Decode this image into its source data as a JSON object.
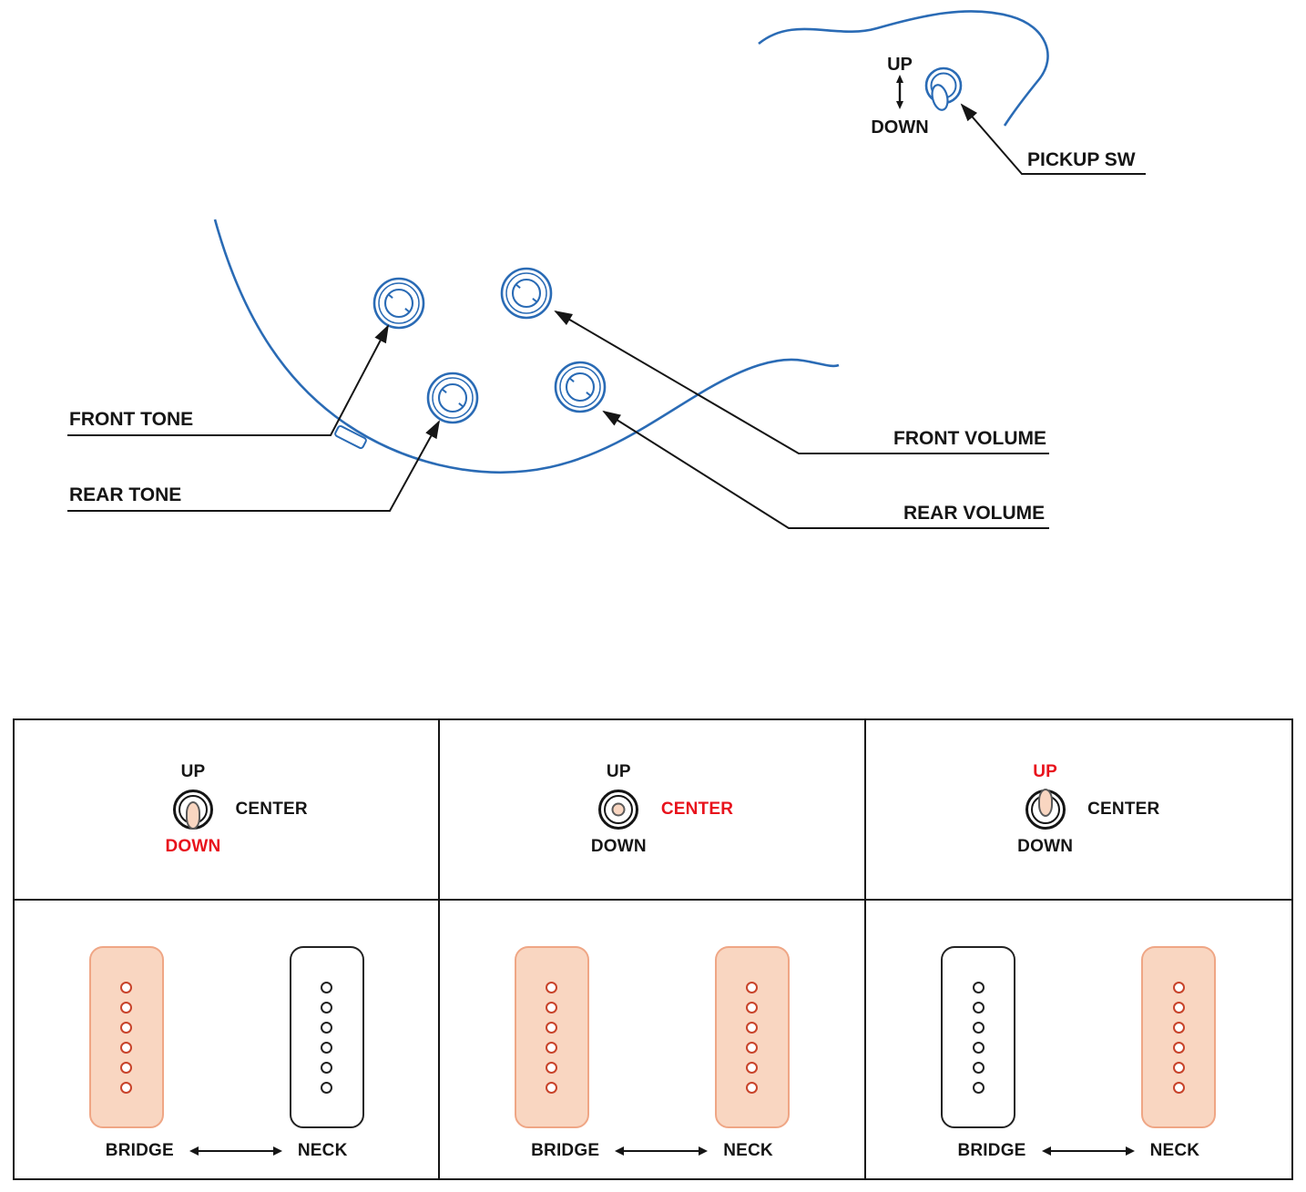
{
  "colors": {
    "blue": "#2a6bb5",
    "red": "#e8121c",
    "salmon": "#f9d6c1",
    "salmon_border": "#efa685",
    "dot_red": "#c8432a"
  },
  "diagram": {
    "pickup_switch": {
      "up": "UP",
      "down": "DOWN",
      "label": "PICKUP SW"
    },
    "labels": {
      "front_tone": "FRONT TONE",
      "rear_tone": "REAR TONE",
      "front_volume": "FRONT VOLUME",
      "rear_volume": "REAR VOLUME"
    }
  },
  "table": {
    "columns": [
      {
        "up": "UP",
        "center": "CENTER",
        "down": "DOWN",
        "highlight": "down",
        "switch": "down",
        "bridge": "BRIDGE",
        "neck": "NECK",
        "pickups": {
          "bridge": true,
          "neck": false
        }
      },
      {
        "up": "UP",
        "center": "CENTER",
        "down": "DOWN",
        "highlight": "center",
        "switch": "center",
        "bridge": "BRIDGE",
        "neck": "NECK",
        "pickups": {
          "bridge": true,
          "neck": true
        }
      },
      {
        "up": "UP",
        "center": "CENTER",
        "down": "DOWN",
        "highlight": "up",
        "switch": "up",
        "bridge": "BRIDGE",
        "neck": "NECK",
        "pickups": {
          "bridge": false,
          "neck": true
        }
      }
    ]
  }
}
